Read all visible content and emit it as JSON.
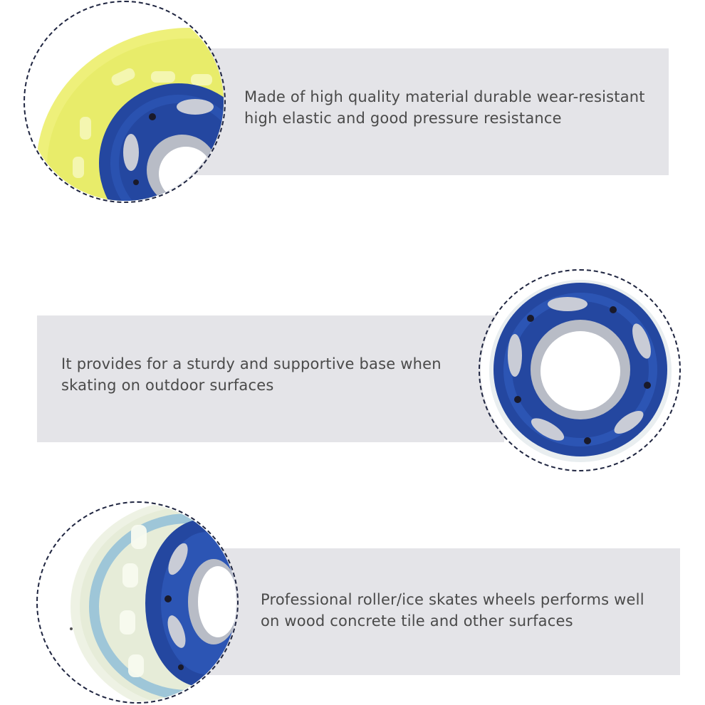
{
  "features": [
    {
      "text": "Made of high quality material durable wear-resistant high elastic and good pressure resistance",
      "image": "yellow-wheel-closeup"
    },
    {
      "text": "It provides for a sturdy and supportive base when skating on outdoor surfaces",
      "image": "blue-hub-wheel"
    },
    {
      "text": "Professional roller/ice skates wheels performs well on wood concrete tile and other surfaces",
      "image": "clear-wheel-side"
    }
  ],
  "colors": {
    "panel": "#e4e4e8",
    "text": "#4a4a4a",
    "hub_blue": "#2447a0",
    "tire_yellow": "#eef07a",
    "tire_clear": "#eef2e4",
    "dash": "#1f2540"
  }
}
